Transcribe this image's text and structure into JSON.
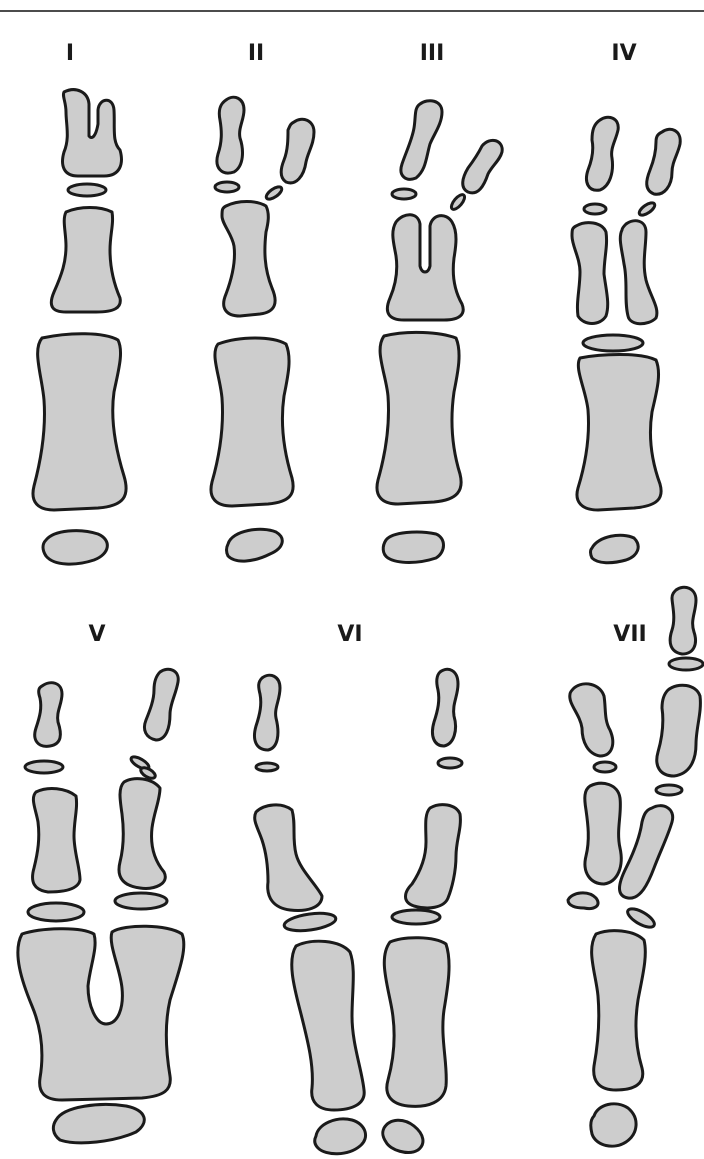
{
  "figure": {
    "panels": [
      {
        "label": "I"
      },
      {
        "label": "II"
      },
      {
        "label": "III"
      },
      {
        "label": "IV"
      },
      {
        "label": "V"
      },
      {
        "label": "VI"
      },
      {
        "label": "VII"
      }
    ],
    "colors": {
      "bone_fill": "#cdcdcd",
      "outline": "#1a1a1a",
      "background": "#ffffff"
    }
  }
}
